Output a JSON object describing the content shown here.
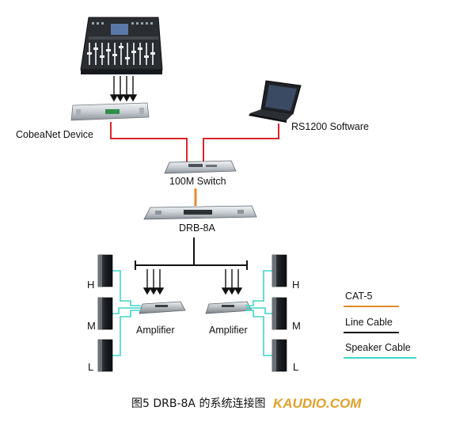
{
  "devices": {
    "cobeanet": "CobeaNet Device",
    "rs1200": "RS1200 Software",
    "switch": "100M Switch",
    "drb": "DRB-8A",
    "amp_left": "Amplifier",
    "amp_right": "Amplifier"
  },
  "speakers": {
    "left": [
      "H",
      "M",
      "L"
    ],
    "right": [
      "H",
      "M",
      "L"
    ]
  },
  "legend": [
    {
      "label": "CAT-5",
      "color": "#e08a2c"
    },
    {
      "label": "Line Cable",
      "color": "#111111"
    },
    {
      "label": "Speaker Cable",
      "color": "#3fd6c8"
    }
  ],
  "caption": "图5 DRB-8A 的系统连接图",
  "watermark": "KAUDIO.COM",
  "colors": {
    "cat5": "#e08a2c",
    "red_link": "#d8262a",
    "line": "#111111",
    "speaker": "#3fd6c8"
  }
}
